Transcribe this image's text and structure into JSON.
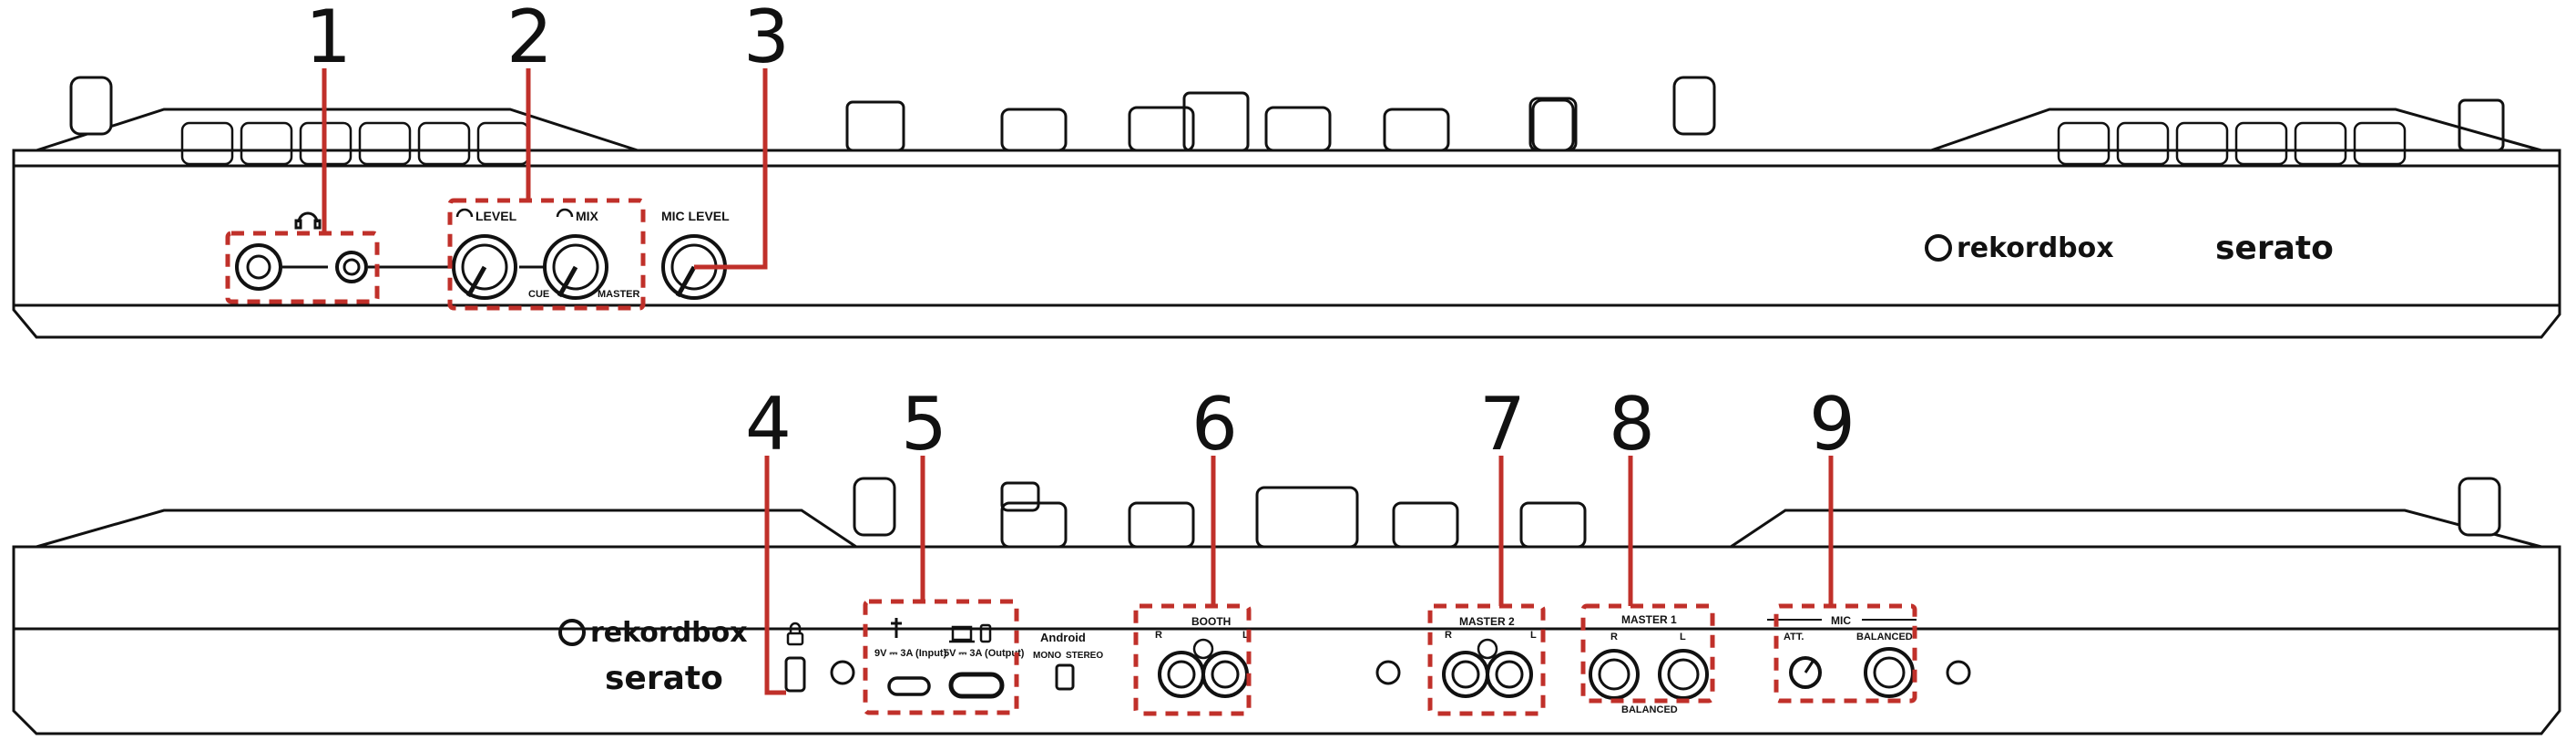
{
  "colors": {
    "callout": "#c0302a",
    "line": "#111111",
    "panel_fill": "#ffffff"
  },
  "callouts": [
    "1",
    "2",
    "3",
    "4",
    "5",
    "6",
    "7",
    "8",
    "9"
  ],
  "front": {
    "headphone_icon": "headphones-icon",
    "level_label": "LEVEL",
    "mix_label": "MIX",
    "cue_label": "CUE",
    "master_label": "MASTER",
    "mic_level_label": "MIC LEVEL",
    "brand_1": "rekordbox",
    "brand_2": "serato"
  },
  "rear": {
    "brand_1": "rekordbox",
    "brand_2": "serato",
    "lock_icon": "lock-icon",
    "power_spec": "9V ⎓ 3A (Input)",
    "usb_spec": "5V ⎓ 3A (Output)",
    "android_label": "Android",
    "mono_label": "MONO",
    "stereo_label": "STEREO",
    "booth_label": "BOOTH",
    "master2_label": "MASTER 2",
    "master1_label": "MASTER 1",
    "balanced_label": "BALANCED",
    "mic_label": "MIC",
    "att_label": "ATT.",
    "mic_balanced_label": "BALANCED",
    "r_label": "R",
    "l_label": "L"
  }
}
